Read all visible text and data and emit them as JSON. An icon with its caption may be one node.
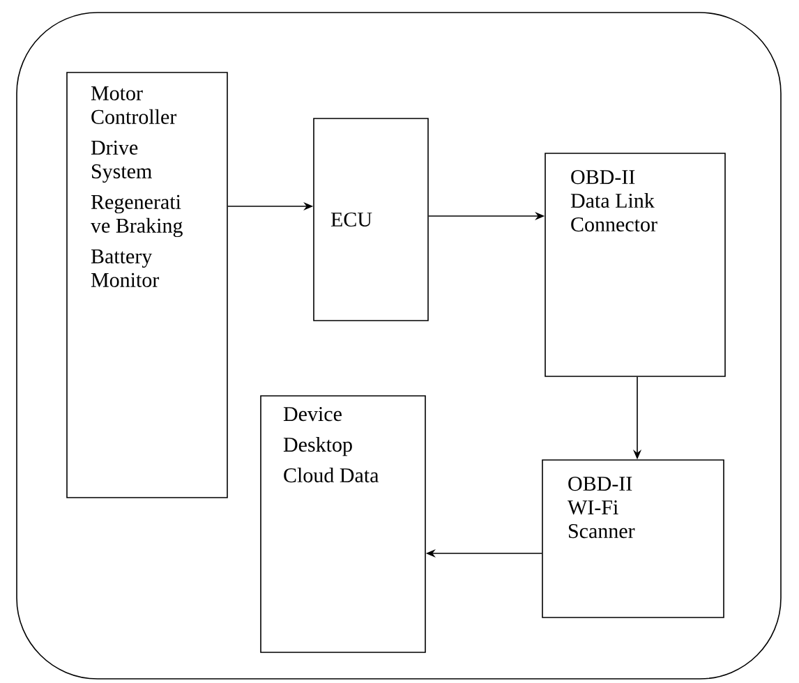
{
  "diagram": {
    "nodes": [
      {
        "text": [],
        "shape": "box"
      },
      {
        "text": [
          "Motor Controller",
          "Drive System",
          "Regenerati ve Braking",
          "Battery Monitor"
        ],
        "in": 0
      },
      {
        "text": [
          "ECU"
        ],
        "in": 0
      },
      {
        "text": [
          "OBD-II Data Link Connector"
        ],
        "in": 0
      },
      {
        "text": [
          "OBD-II WI-Fi Scanner"
        ],
        "in": 0
      },
      {
        "text": [
          "Device",
          "Desktop",
          "Cloud Data"
        ],
        "in": 0
      }
    ],
    "edges": [
      {
        "from": 1,
        "to": 2,
        "arrow": "to"
      },
      {
        "from": 2,
        "to": 3,
        "arrow": "to"
      },
      {
        "from": 3,
        "to": 4,
        "arrow": "to"
      },
      {
        "from": 4,
        "to": 5,
        "arrow": "to"
      }
    ]
  }
}
